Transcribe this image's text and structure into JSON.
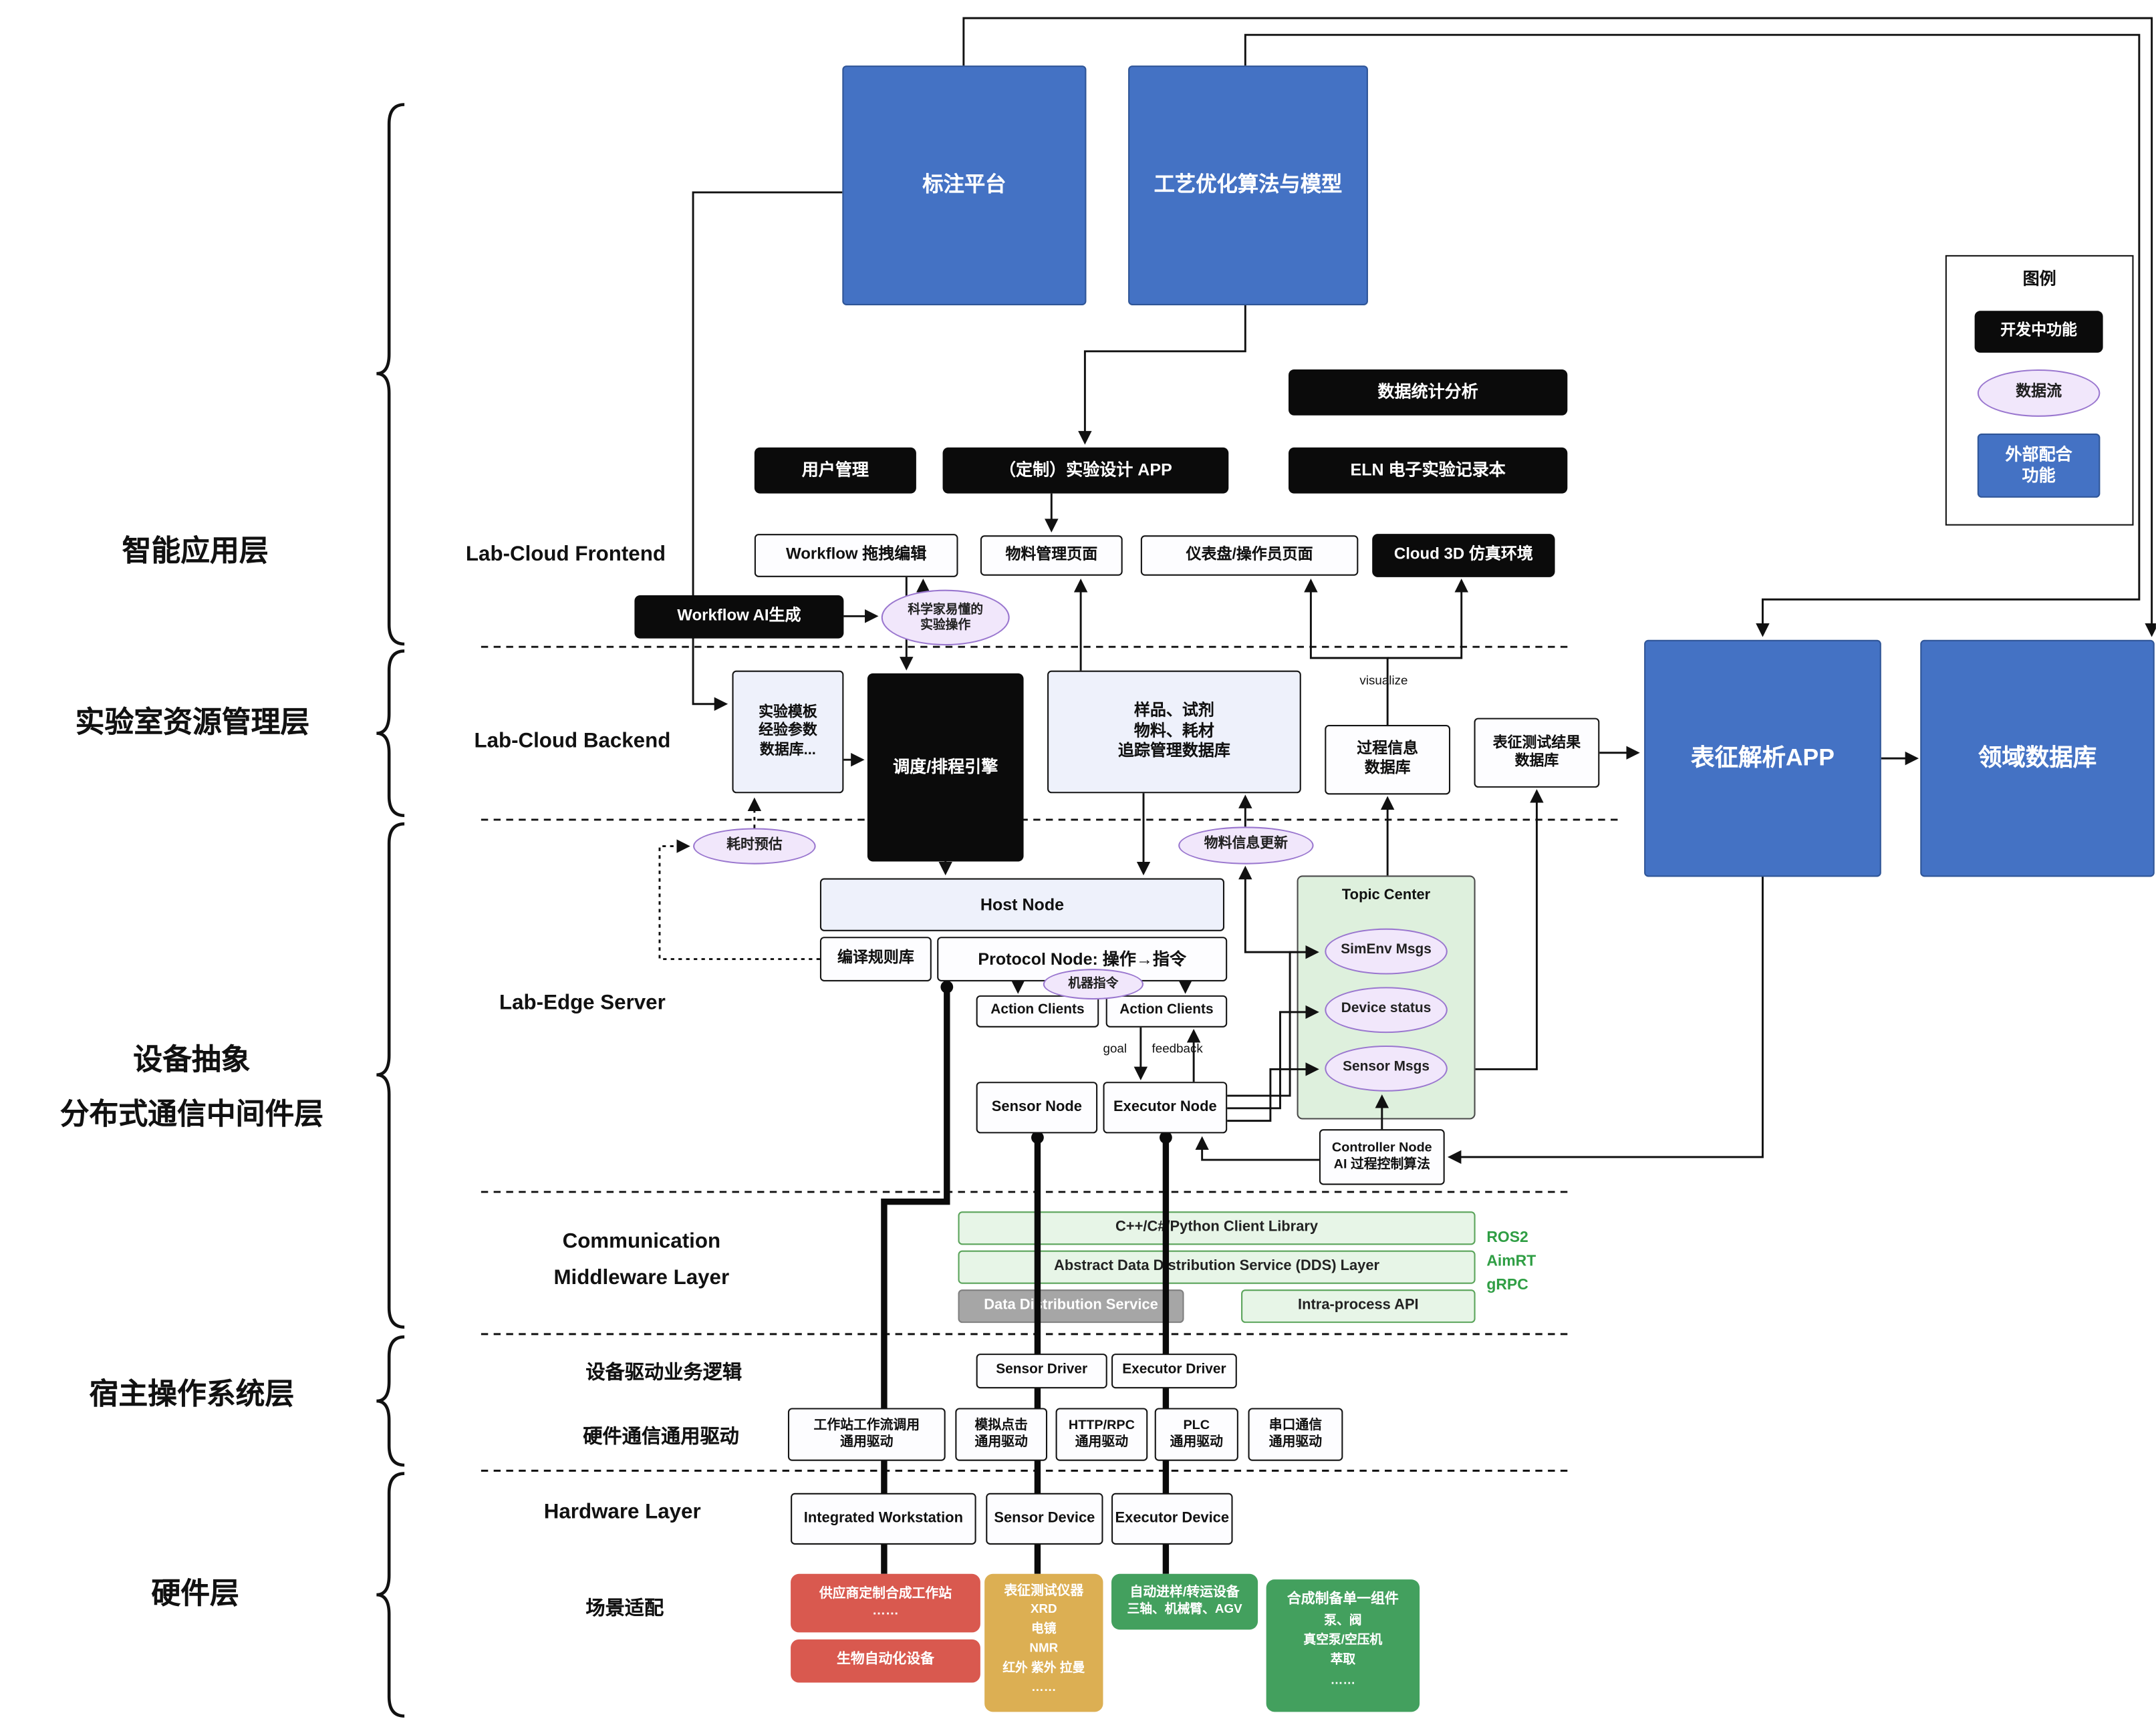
{
  "layers": {
    "app": "智能应用层",
    "resource": "实验室资源管理层",
    "middleware": "设备抽象\n分布式通信中间件层",
    "host_os": "宿主操作系统层",
    "hardware": "硬件层"
  },
  "rows": {
    "frontend": "Lab-Cloud Frontend",
    "backend": "Lab-Cloud Backend",
    "edge": "Lab-Edge Server",
    "comm": "Communication\nMiddleware Layer",
    "driver_logic": "设备驱动业务逻辑",
    "hw_drivers": "硬件通信通用驱动",
    "hardware": "Hardware Layer",
    "scenario": "场景适配"
  },
  "legend": {
    "title": "图例",
    "developing": "开发中功能",
    "dataflow": "数据流",
    "external": "外部配合\n功能"
  },
  "top": {
    "annotation": "标注平台",
    "process_opt": "工艺优化算法与模型"
  },
  "apps": {
    "data_stats": "数据统计分析",
    "user_mgmt": "用户管理",
    "exp_design": "（定制）实验设计 APP",
    "eln": "ELN 电子实验记录本",
    "workflow_edit": "Workflow 拖拽编辑",
    "material_page": "物料管理页面",
    "dashboard_page": "仪表盘/操作员页面",
    "cloud3d": "Cloud 3D 仿真环境",
    "workflow_ai": "Workflow AI生成",
    "sci_ops": "科学家易懂的\n实验操作"
  },
  "backend": {
    "template_db": "实验模板\n经验参数\n数据库...",
    "scheduler": "调度/排程引擎",
    "tracking_db": "样品、试剂\n物料、耗材\n追踪管理数据库",
    "process_db": "过程信息\n数据库",
    "test_result_db": "表征测试结果\n数据库",
    "char_app": "表征解析APP",
    "domain_db": "领域数据库",
    "visualize": "visualize",
    "time_estimate": "耗时预估",
    "material_update": "物料信息更新"
  },
  "edge": {
    "host_node": "Host Node",
    "rule_lib": "编译规则库",
    "protocol_node": "Protocol Node: 操作→指令",
    "machine_cmd": "机器指令",
    "action_clients": "Action Clients",
    "goal": "goal",
    "feedback": "feedback",
    "sensor_node": "Sensor Node",
    "executor_node": "Executor Node",
    "topic_center": "Topic Center",
    "simenv_msgs": "SimEnv Msgs",
    "device_status": "Device status",
    "sensor_msgs": "Sensor Msgs",
    "controller_node": "Controller Node\nAI 过程控制算法"
  },
  "comm": {
    "client_lib": "C++/C#/Python Client Library",
    "dds_layer": "Abstract Data Distribution Service (DDS) Layer",
    "dds_service": "Data Distribution Service",
    "intra_api": "Intra-process API",
    "ros2": "ROS2",
    "aimrt": "AimRT",
    "grpc": "gRPC"
  },
  "drivers": {
    "sensor_driver": "Sensor Driver",
    "executor_driver": "Executor Driver",
    "workstation_driver": "工作站工作流调用\n通用驱动",
    "click_driver": "模拟点击\n通用驱动",
    "http_driver": "HTTP/RPC\n通用驱动",
    "plc_driver": "PLC\n通用驱动",
    "serial_driver": "串口通信\n通用驱动"
  },
  "hardware": {
    "integrated_workstation": "Integrated Workstation",
    "sensor_device": "Sensor Device",
    "executor_device": "Executor Device",
    "vendor_ws": "供应商定制合成工作站\n……",
    "bio_auto": "生物自动化设备",
    "char_inst_title": "表征测试仪器",
    "char_inst_items": "XRD\n电镜\nNMR\n红外 紫外 拉曼\n……",
    "transfer_title": "自动进样/转运设备",
    "transfer_items": "三轴、机械臂、AGV",
    "synth_title": "合成制备单一组件",
    "synth_items": "泵、阀\n真空泵/空压机\n萃取\n……"
  },
  "colors": {
    "external_blue": "#4472c4",
    "developing_black": "#0b0b0b",
    "dataflow_purple": "#f1e7fb",
    "topic_green": "#def0dd",
    "hw_red": "#d9594f",
    "hw_tan": "#dcaf53",
    "hw_green": "#43a05e",
    "ros_green": "#2f9e44"
  }
}
